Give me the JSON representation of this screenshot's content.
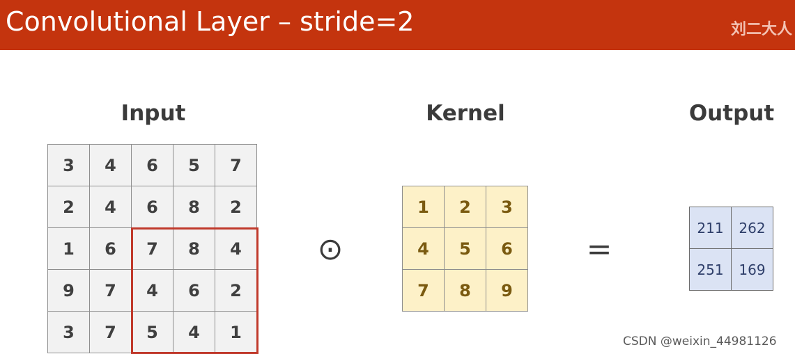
{
  "header": {
    "title": "Convolutional Layer – stride=2",
    "author": "刘二大人"
  },
  "labels": {
    "input": "Input",
    "kernel": "Kernel",
    "output": "Output"
  },
  "operators": {
    "convolve": "⊙",
    "equals": "="
  },
  "input_matrix": [
    [
      "3",
      "4",
      "6",
      "5",
      "7"
    ],
    [
      "2",
      "4",
      "6",
      "8",
      "2"
    ],
    [
      "1",
      "6",
      "7",
      "8",
      "4"
    ],
    [
      "9",
      "7",
      "4",
      "6",
      "2"
    ],
    [
      "3",
      "7",
      "5",
      "4",
      "1"
    ]
  ],
  "kernel_matrix": [
    [
      "1",
      "2",
      "3"
    ],
    [
      "4",
      "5",
      "6"
    ],
    [
      "7",
      "8",
      "9"
    ]
  ],
  "output_matrix": [
    [
      "211",
      "262"
    ],
    [
      "251",
      "169"
    ]
  ],
  "highlight": {
    "rows": [
      2,
      3,
      4
    ],
    "cols": [
      2,
      3,
      4
    ],
    "color": "#c0392b"
  },
  "colors": {
    "header_bg": "#c4340e",
    "input_cell_bg": "#f2f2f2",
    "kernel_cell_bg": "#fdf1c8",
    "output_cell_bg": "#dbe3f4"
  },
  "watermark": "CSDN @weixin_44981126"
}
